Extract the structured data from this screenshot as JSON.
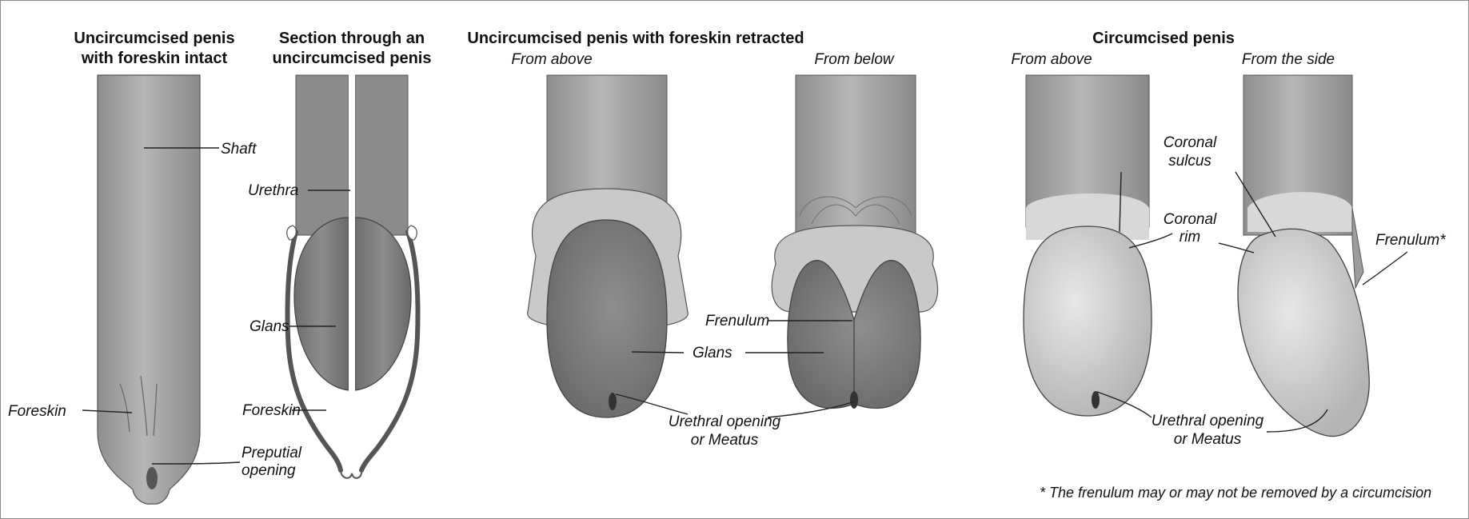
{
  "panels": {
    "p1": {
      "title_line1": "Uncircumcised penis",
      "title_line2": "with foreskin intact"
    },
    "p2": {
      "title_line1": "Section through an",
      "title_line2": "uncircumcised penis"
    },
    "p3": {
      "title": "Uncircumcised penis with foreskin retracted",
      "sub_left": "From above",
      "sub_right": "From below"
    },
    "p4": {
      "title": "Circumcised penis",
      "sub_left": "From above",
      "sub_right": "From the side"
    }
  },
  "labels": {
    "shaft": "Shaft",
    "foreskin_1": "Foreskin",
    "urethra": "Urethra",
    "glans_1": "Glans",
    "foreskin_2": "Foreskin",
    "preputial_1": "Preputial",
    "preputial_2": "opening",
    "frenulum_1": "Frenulum",
    "glans_2": "Glans",
    "urethral_1_a": "Urethral opening",
    "urethral_1_b": "or Meatus",
    "coronal_sulcus_a": "Coronal",
    "coronal_sulcus_b": "sulcus",
    "coronal_rim_a": "Coronal",
    "coronal_rim_b": "rim",
    "frenulum_2": "Frenulum*",
    "urethral_2_a": "Urethral opening",
    "urethral_2_b": "or Meatus"
  },
  "footnote": "* The frenulum may or may not be removed by a circumcision",
  "colors": {
    "skin_dark": "#7f7f7f",
    "skin_mid": "#a3a3a3",
    "skin_light": "#d2d2d2",
    "outline": "#3a3a3a"
  }
}
